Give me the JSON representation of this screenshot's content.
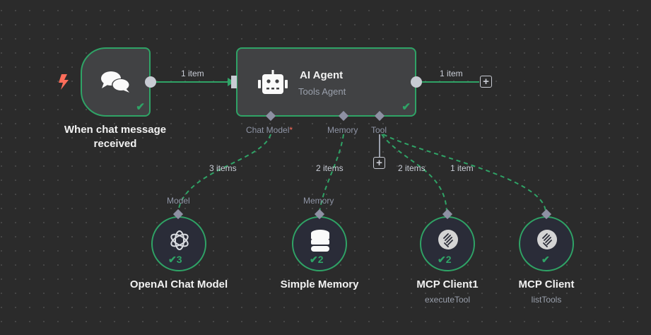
{
  "colors": {
    "background": "#2b2b2b",
    "node_fill": "#414244",
    "success_green": "#2fa366",
    "handle_gray": "#c8cbd3",
    "port_diamond": "#8e90a3",
    "trigger_icon": "#ff6d5a",
    "required_star": "#ff6d5a"
  },
  "nodes": {
    "trigger": {
      "title_line1": "When chat message",
      "title_line2": "received",
      "icon": "chat-bubbles-icon",
      "status": "success",
      "trigger_badge": "lightning-bolt-icon"
    },
    "agent": {
      "title": "AI Agent",
      "subtitle": "Tools Agent",
      "icon": "robot-icon",
      "status": "success",
      "ports": [
        {
          "label": "Chat Model",
          "required": "*"
        },
        {
          "label": "Memory"
        },
        {
          "label": "Tool"
        }
      ]
    },
    "openai": {
      "title": "OpenAI Chat Model",
      "icon": "openai-icon",
      "run_count": "3",
      "port_label": "Model"
    },
    "memory": {
      "title": "Simple Memory",
      "icon": "database-icon",
      "run_count": "2",
      "port_label": "Memory"
    },
    "mcp1": {
      "title": "MCP Client1",
      "subtitle": "executeTool",
      "icon": "mcp-icon",
      "run_count": "2"
    },
    "mcp": {
      "title": "MCP Client",
      "subtitle": "listTools",
      "icon": "mcp-icon",
      "run_count": ""
    }
  },
  "edges": {
    "trigger_to_agent": "1 item",
    "agent_out": "1 item",
    "model_link": "3 items",
    "memory_link": "2 items",
    "mcp1_link": "2 items",
    "mcp_link": "1 item"
  }
}
